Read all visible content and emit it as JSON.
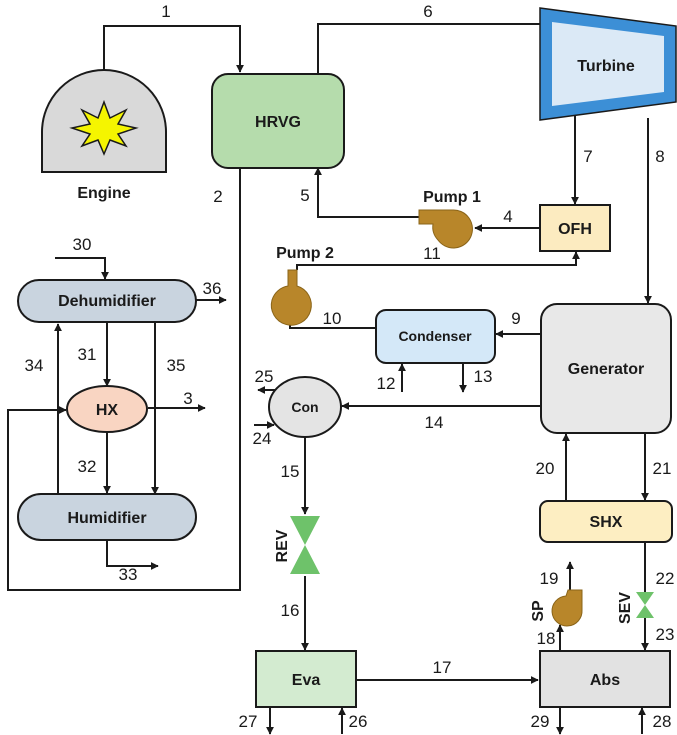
{
  "components": {
    "engine": "Engine",
    "hrvg": "HRVG",
    "turbine": "Turbine",
    "ofh": "OFH",
    "pump1": "Pump 1",
    "pump2": "Pump 2",
    "condenser": "Condenser",
    "generator": "Generator",
    "dehumidifier": "Dehumidifier",
    "hx": "HX",
    "humidifier": "Humidifier",
    "con": "Con",
    "rev": "REV",
    "sev": "SEV",
    "sp": "SP",
    "shx": "SHX",
    "eva": "Eva",
    "abs": "Abs"
  },
  "streams": {
    "s1": "1",
    "s2": "2",
    "s3": "3",
    "s4": "4",
    "s5": "5",
    "s6": "6",
    "s7": "7",
    "s8": "8",
    "s9": "9",
    "s10": "10",
    "s11": "11",
    "s12": "12",
    "s13": "13",
    "s14": "14",
    "s15": "15",
    "s16": "16",
    "s17": "17",
    "s18": "18",
    "s19": "19",
    "s20": "20",
    "s21": "21",
    "s22": "22",
    "s23": "23",
    "s24": "24",
    "s25": "25",
    "s26": "26",
    "s27": "27",
    "s28": "28",
    "s29": "29",
    "s30": "30",
    "s31": "31",
    "s32": "32",
    "s33": "33",
    "s34": "34",
    "s35": "35",
    "s36": "36"
  },
  "colors": {
    "engine_fill": "#d9d9d9",
    "flame_fill": "#f5f500",
    "hrvg_fill": "#b5dcac",
    "turbine_outer": "#3c8fd6",
    "turbine_inner": "#dbe9f6",
    "ofh_fill": "#fcebc0",
    "pump_fill": "#b8862a",
    "condenser_fill": "#d4e8f8",
    "generator_fill": "#e8e8e8",
    "dehumidifier_fill": "#c9d4df",
    "hx_fill": "#f9d5c2",
    "con_fill": "#e4e4e4",
    "valve_fill": "#6ec26a",
    "shx_fill": "#fdeec2",
    "eva_fill": "#d3ebd0",
    "abs_fill": "#e2e2e2"
  }
}
